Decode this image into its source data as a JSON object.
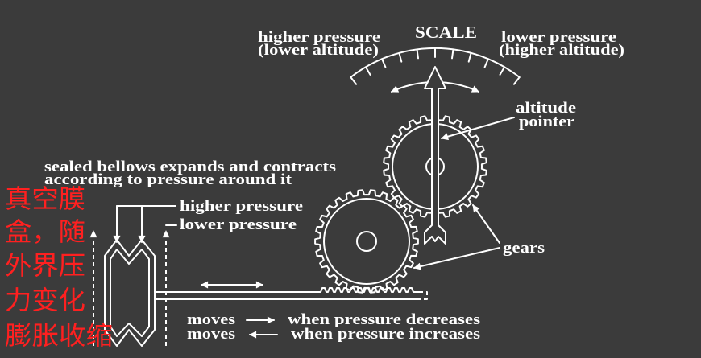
{
  "colors": {
    "background": "#3b3b3b",
    "ink": "#ffffff",
    "annotation": "#ff2020"
  },
  "scale": {
    "title": "SCALE",
    "left": {
      "line1": "higher pressure",
      "line2": "(lower altitude)"
    },
    "right": {
      "line1": "lower pressure",
      "line2": "(higher altitude)"
    }
  },
  "pointer_label": {
    "line1": "altitude",
    "line2": "pointer"
  },
  "gears_label": "gears",
  "bellows": {
    "caption_line1": "sealed bellows expands and contracts",
    "caption_line2": "according to pressure around it",
    "higher_label": "higher pressure",
    "lower_label": "lower pressure"
  },
  "legend": [
    {
      "verb": "moves",
      "arrow_icon": "right-arrow-icon",
      "condition": "when pressure decreases"
    },
    {
      "verb": "moves",
      "arrow_icon": "left-arrow-icon",
      "condition": "when pressure increases"
    }
  ],
  "annotation_cn": [
    "真空膜",
    "盒，随",
    "外界压",
    "力变化",
    "膨胀收缩"
  ]
}
